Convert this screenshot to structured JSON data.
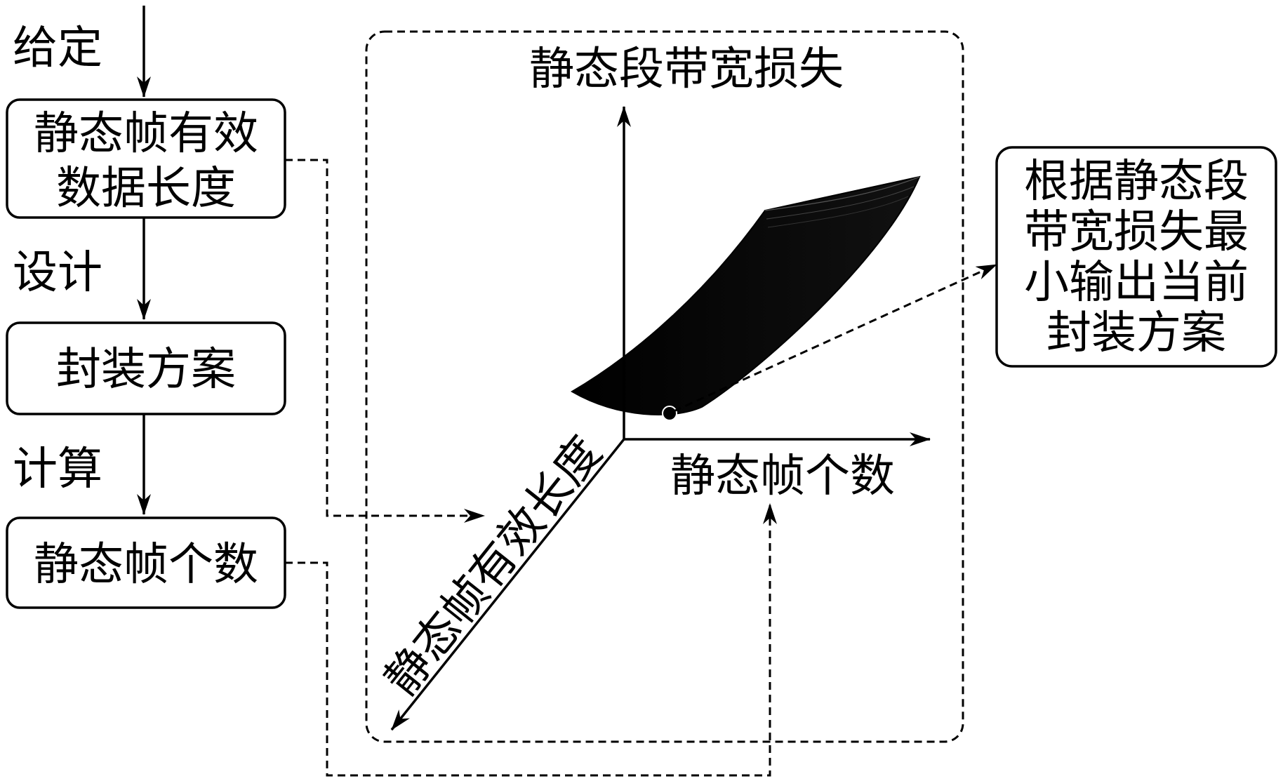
{
  "flow": {
    "given_label": "给定",
    "box_data_length": {
      "line1": "静态帧有效",
      "line2": "数据长度"
    },
    "design_label": "设计",
    "box_scheme": "封装方案",
    "compute_label": "计算",
    "box_frame_count": "静态帧个数"
  },
  "plot": {
    "z_axis_label": "静态段带宽损失",
    "x_axis_label": "静态帧个数",
    "y_axis_label": "静态帧有效长度"
  },
  "output_box": {
    "line1": "根据静态段",
    "line2": "带宽损失最",
    "line3": "小输出当前",
    "line4": "封装方案"
  }
}
